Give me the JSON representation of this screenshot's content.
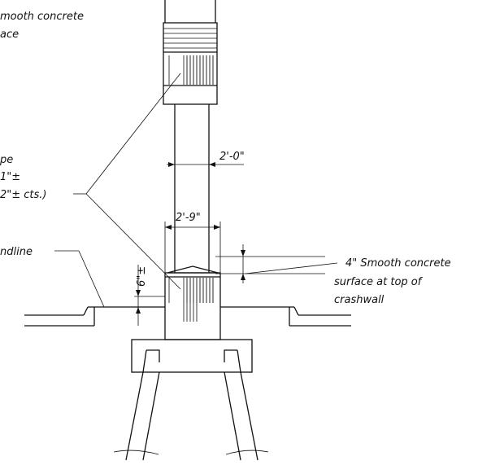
{
  "labels": {
    "top_smooth_line1": "mooth concrete",
    "top_smooth_line2": "ace",
    "pipe_line1": "pe",
    "pipe_line2": "1\"±",
    "pipe_line3": "2\"± cts.)",
    "dim_2_0": "2'-0\"",
    "dim_2_9": "2'-9\"",
    "dim_6": "6\"±",
    "groundline": "ndline",
    "smooth_line1": "4\" Smooth concrete",
    "smooth_line2": "surface at top of",
    "smooth_line3": "crashwall"
  }
}
